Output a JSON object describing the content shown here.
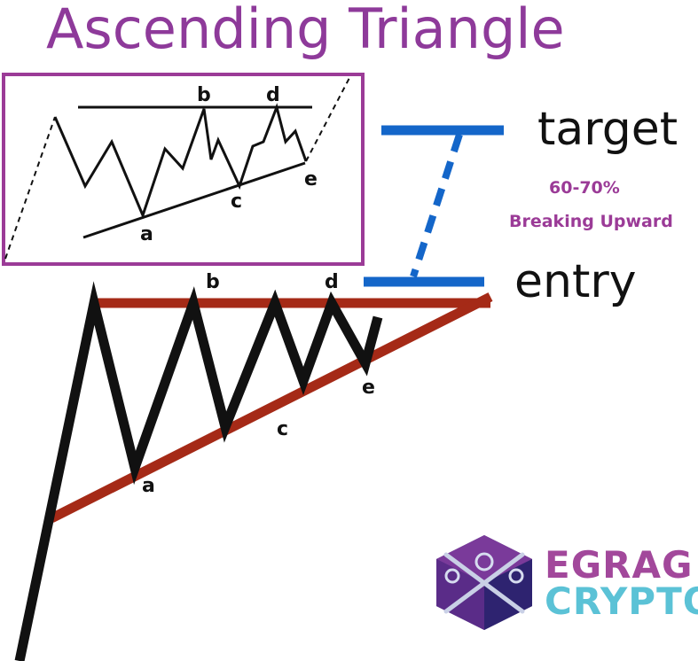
{
  "title": "Ascending Triangle",
  "inset": {
    "labels": {
      "a": "a",
      "b": "b",
      "c": "c",
      "d": "d",
      "e": "e"
    }
  },
  "main": {
    "labels": {
      "a": "a",
      "b": "b",
      "c": "c",
      "d": "d",
      "e": "e"
    }
  },
  "target_label": "target",
  "entry_label": "entry",
  "probability": "60-70%",
  "direction": "Breaking Upward",
  "brand": {
    "line1": "EGRAG",
    "line2": "CRYPTO"
  },
  "colors": {
    "title": "#8e3a9a",
    "frame": "#9b3b97",
    "trendline": "#a52a17",
    "price": "#111111",
    "target_entry": "#1466c9",
    "brand_purple": "#a2489b",
    "brand_cyan": "#5bc2d6"
  }
}
